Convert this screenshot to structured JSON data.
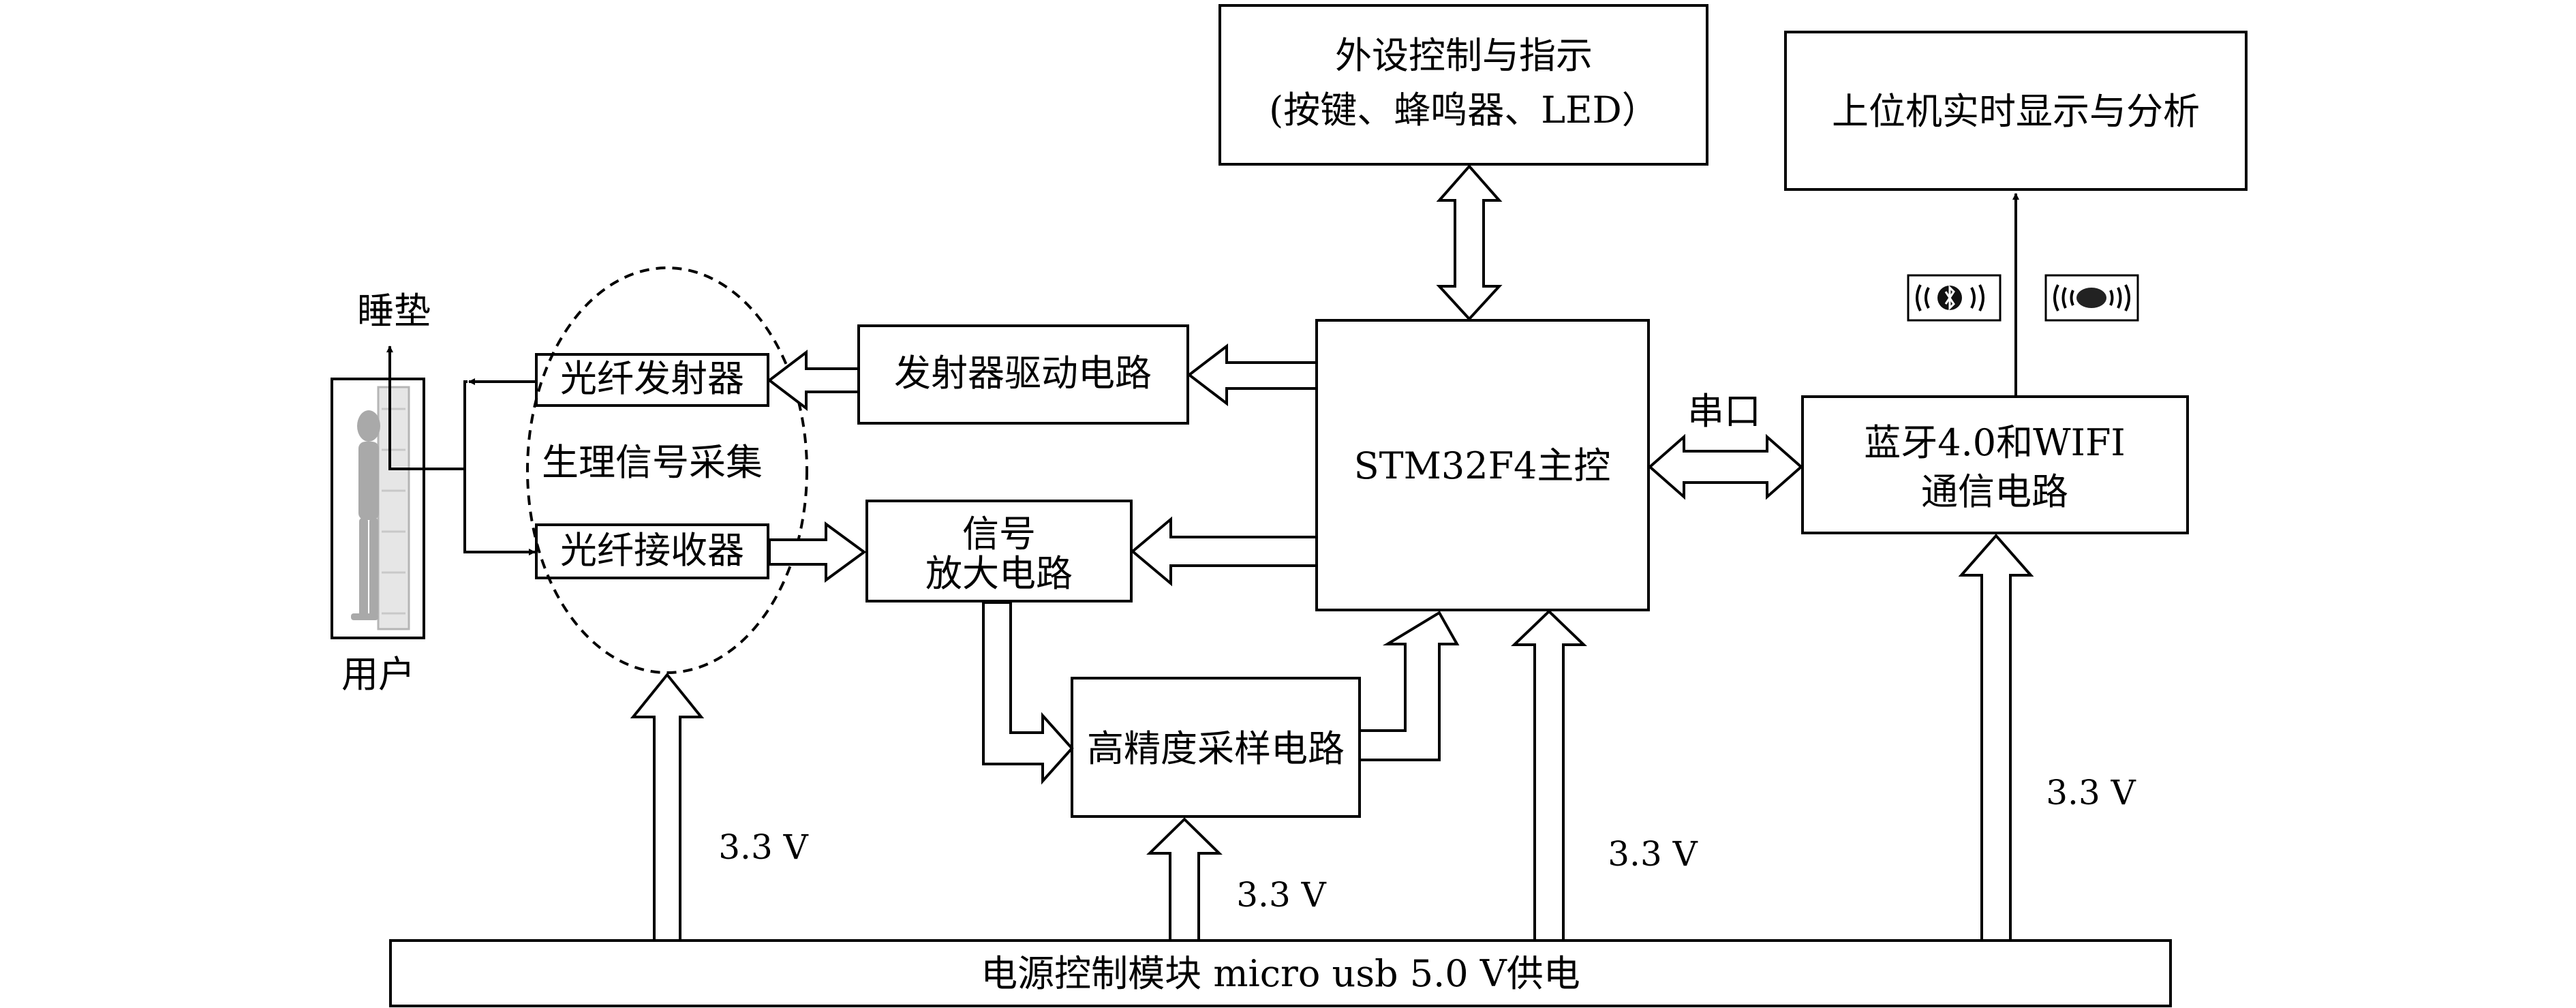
{
  "blocks": {
    "peripheral_line1": "外设控制与指示",
    "peripheral_line2": "(按键、蜂鸣器、LED）",
    "host": "上位机实时显示与分析",
    "mcu": "STM32F4主控",
    "wireless_line1": "蓝牙4.0和WIFI",
    "wireless_line2": "通信电路",
    "emitter_driver": "发射器驱动电路",
    "fiber_tx": "光纤发射器",
    "fiber_rx": "光纤接收器",
    "amp_line1": "信号",
    "amp_line2": "放大电路",
    "adc": "高精度采样电路",
    "power": "电源控制模块 micro usb 5.0 V供电"
  },
  "labels": {
    "mattress": "睡垫",
    "user": "用户",
    "acquisition": "生理信号采集",
    "serial": "串口",
    "v_acq": "3.3 V",
    "v_adc": "3.3 V",
    "v_mcu": "3.3 V",
    "v_wireless": "3.3 V"
  },
  "icons": [
    "bluetooth-icon",
    "wifi-icon"
  ]
}
